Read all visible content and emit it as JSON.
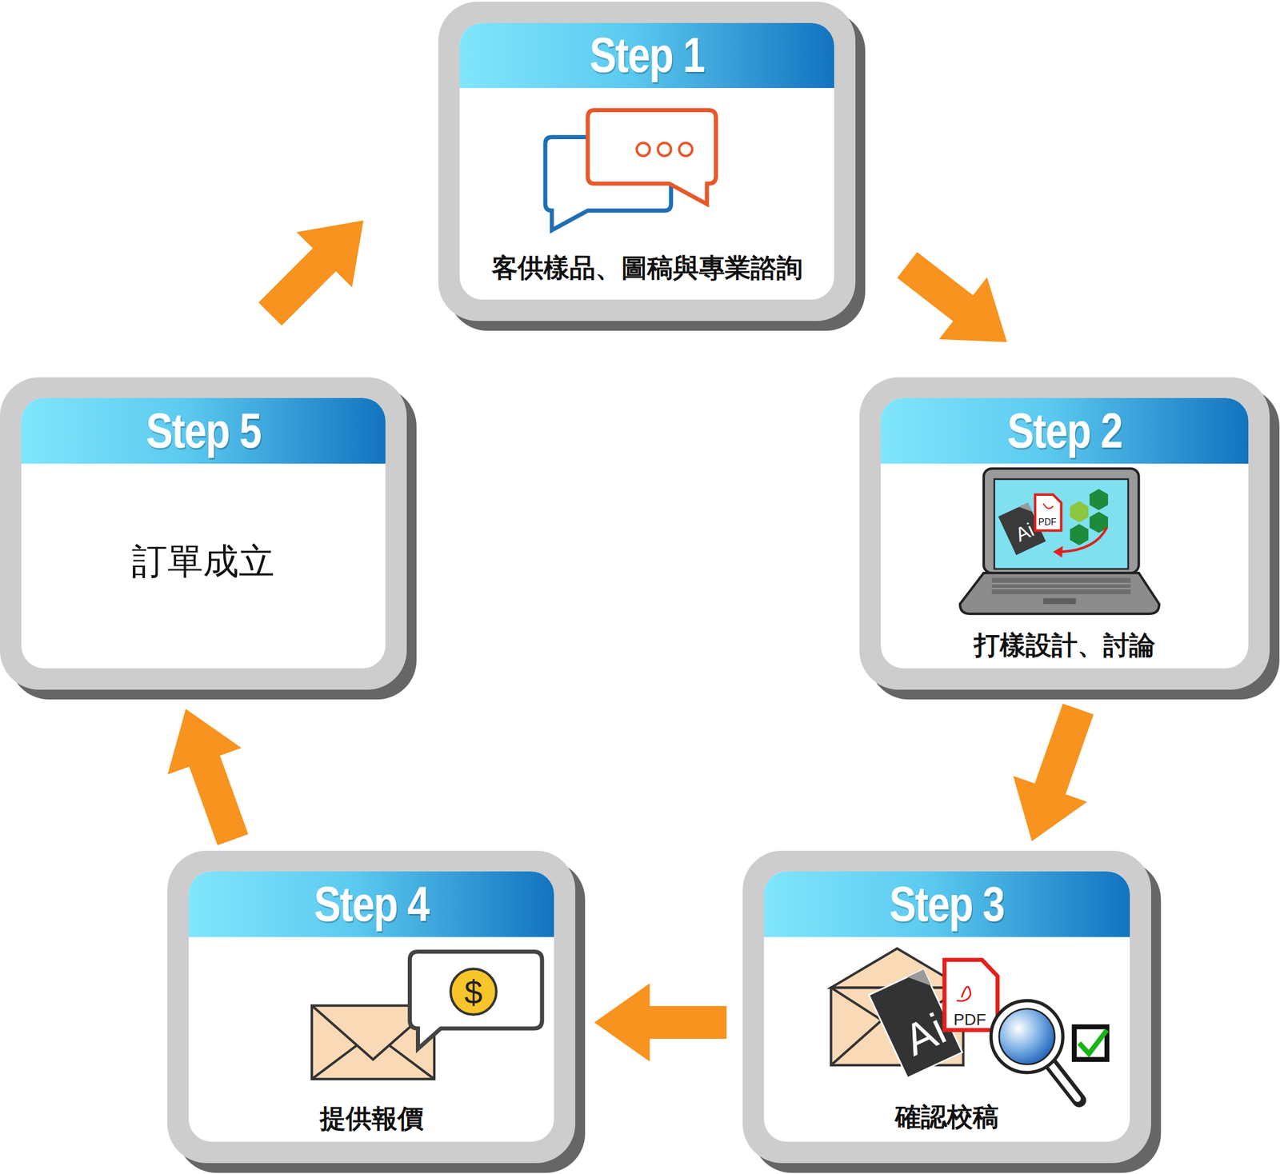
{
  "diagram": {
    "nodes": [
      {
        "text": [
          "Step 1",
          "客供樣品、圖稿與專業諮詢"
        ]
      },
      {
        "text": [
          "Step 2",
          "打樣設計、討論"
        ]
      },
      {
        "text": [
          "Step 3",
          "確認校稿"
        ]
      },
      {
        "text": [
          "Step 4",
          "提供報價"
        ]
      },
      {
        "text": [
          "Step 5",
          "訂單成立"
        ]
      }
    ],
    "edges": [
      {
        "from": 0,
        "to": 1,
        "arrow": "to"
      },
      {
        "from": 1,
        "to": 2,
        "arrow": "to"
      },
      {
        "from": 2,
        "to": 3,
        "arrow": "to"
      },
      {
        "from": 3,
        "to": 4,
        "arrow": "to"
      },
      {
        "from": 4,
        "to": 0,
        "arrow": "to"
      }
    ],
    "labels": [
      "Ai",
      "PDF",
      "Ai",
      "PDF",
      "$"
    ]
  }
}
